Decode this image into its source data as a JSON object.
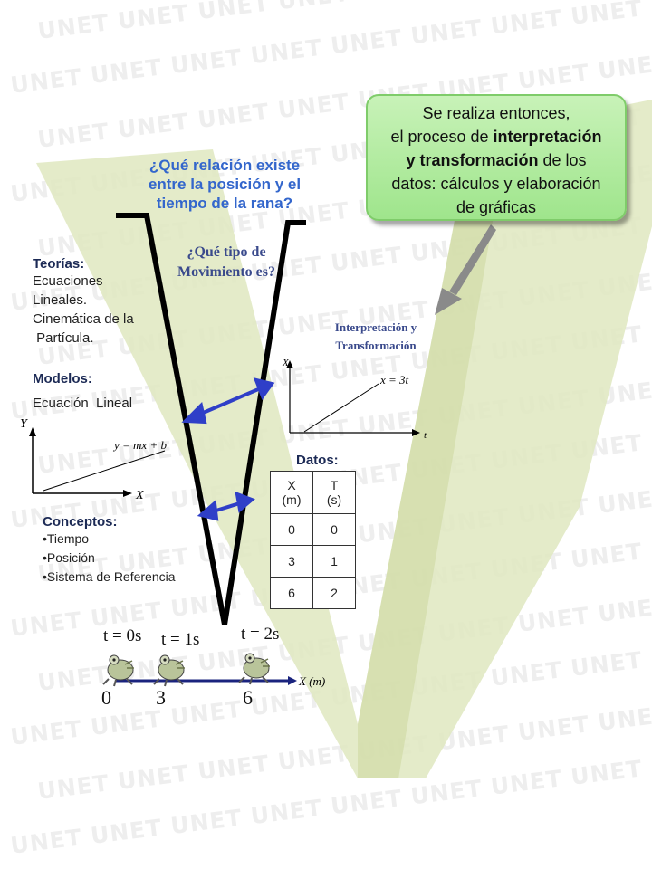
{
  "watermark": {
    "text": "UNET"
  },
  "questions": {
    "main": [
      "¿Qué relación existe",
      "entre la posición y el",
      "tiempo de la rana?"
    ],
    "movement": [
      "¿Qué tipo de",
      "Movimiento es?"
    ]
  },
  "callout": {
    "line1": "Se realiza entonces,",
    "line2_pre": "el proceso de ",
    "line2_bold": "interpretación",
    "line3_bold": "y transformación",
    "line3_post": " de los",
    "line4": "datos: cálculos y elaboración",
    "line5": "de gráficas"
  },
  "teorias": {
    "title": "Teorías:",
    "lines": [
      "Ecuaciones",
      "Lineales.",
      "Cinemática de la",
      " Partícula."
    ]
  },
  "modelos": {
    "title": "Modelos:",
    "text": "Ecuación  Lineal",
    "graph": {
      "y_label": "Y",
      "x_label": "X",
      "equation": "y = mx + b"
    }
  },
  "conceptos": {
    "title": "Conceptos:",
    "items": [
      "•Tiempo",
      "•Posición",
      "•Sistema de Referencia"
    ]
  },
  "interpretacion": {
    "lines": [
      "Interpretación y",
      "Transformación"
    ],
    "graph": {
      "y_label": "X",
      "x_label": "t",
      "equation": "x = 3t"
    }
  },
  "datos": {
    "title": "Datos:",
    "headers": [
      [
        "X",
        "(m)"
      ],
      [
        "T",
        "(s)"
      ]
    ],
    "rows": [
      [
        "0",
        "0"
      ],
      [
        "3",
        "1"
      ],
      [
        "6",
        "2"
      ]
    ]
  },
  "frog_scene": {
    "times": [
      "t = 0s",
      "t = 1s",
      "t = 2s"
    ],
    "positions": [
      "0",
      "3",
      "6"
    ],
    "axis_label": "X (m)"
  },
  "colors": {
    "v_background": "#d8e2b4",
    "question_blue": "#3366cc",
    "arrow_blue": "#2f3fc8",
    "callout_green": "#b4eca0"
  }
}
